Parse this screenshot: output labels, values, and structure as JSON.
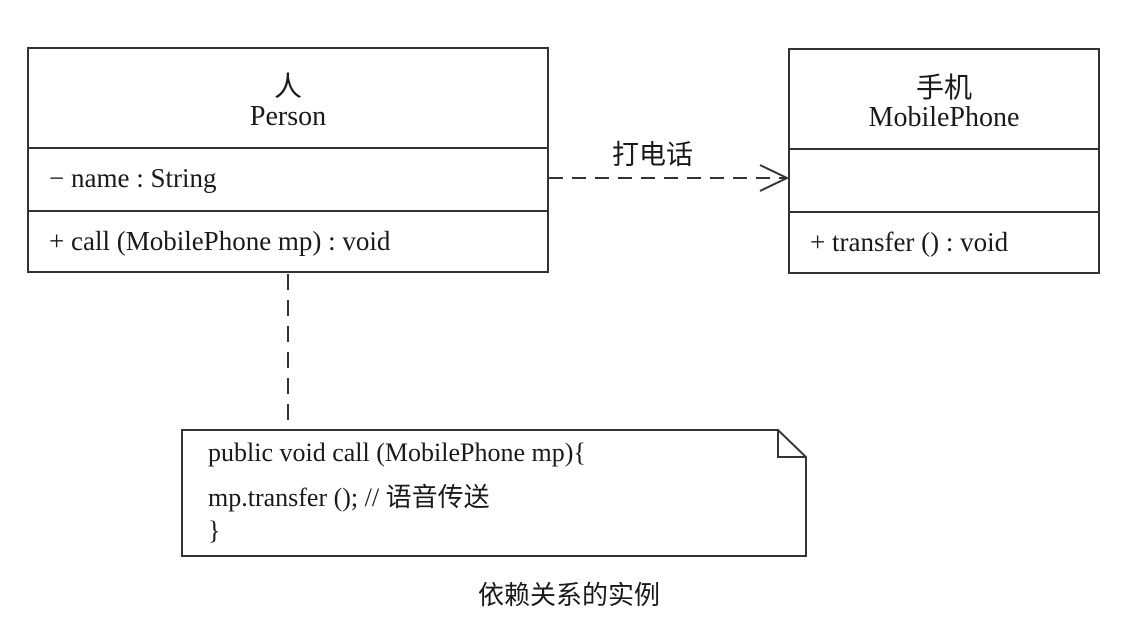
{
  "person_class": {
    "name_cn": "人",
    "name_en": "Person",
    "attribute": "− name : String",
    "operation": "+ call (MobilePhone mp) : void"
  },
  "phone_class": {
    "name_cn": "手机",
    "name_en": "MobilePhone",
    "attribute": "",
    "operation": "+ transfer () : void"
  },
  "dependency": {
    "label": "打电话"
  },
  "note": {
    "lines": [
      "public void call (MobilePhone mp){",
      "mp.transfer ();  // 语音传送",
      "}"
    ]
  },
  "caption": "依赖关系的实例"
}
